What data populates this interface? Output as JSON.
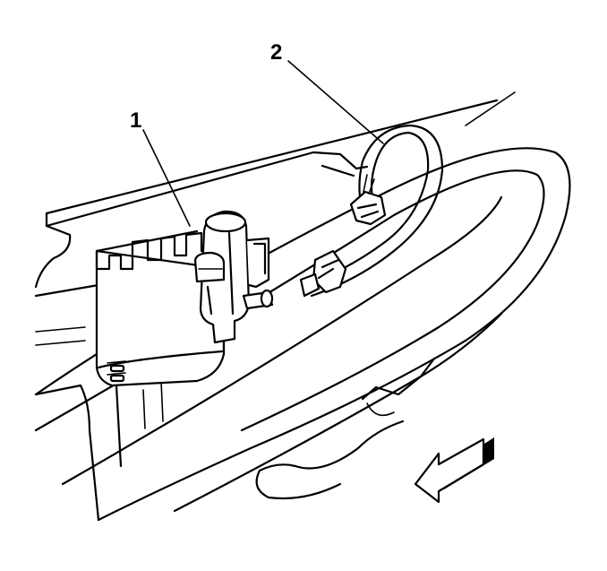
{
  "callouts": [
    {
      "id": "1",
      "label": "1"
    },
    {
      "id": "2",
      "label": "2"
    }
  ],
  "colors": {
    "line": "#000000",
    "background": "#ffffff"
  },
  "icons": {
    "direction_arrow": "arrow-left-icon"
  }
}
